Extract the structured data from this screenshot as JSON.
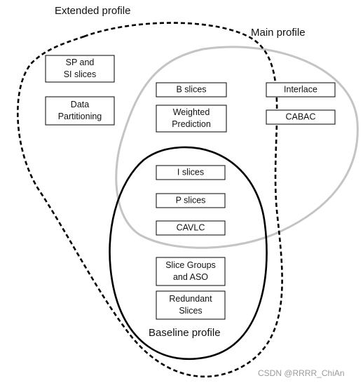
{
  "profiles": {
    "extended": {
      "label": "Extended profile"
    },
    "main": {
      "label": "Main profile"
    },
    "baseline": {
      "label": "Baseline profile"
    }
  },
  "features": {
    "sp_si": [
      "SP and",
      "SI slices"
    ],
    "data_partitioning": [
      "Data",
      "Partitioning"
    ],
    "b_slices": [
      "B slices"
    ],
    "weighted_prediction": [
      "Weighted",
      "Prediction"
    ],
    "interlace": [
      "Interlace"
    ],
    "cabac": [
      "CABAC"
    ],
    "i_slices": [
      "I slices"
    ],
    "p_slices": [
      "P slices"
    ],
    "cavlc": [
      "CAVLC"
    ],
    "slice_groups_aso": [
      "Slice Groups",
      "and ASO"
    ],
    "redundant_slices": [
      "Redundant",
      "Slices"
    ]
  },
  "watermark": "CSDN @RRRR_ChiAn",
  "colors": {
    "extended_outline": "#000000",
    "main_outline": "#c4c4c4",
    "baseline_outline": "#000000",
    "box_border": "#000000",
    "watermark": "#9a9a9a"
  }
}
